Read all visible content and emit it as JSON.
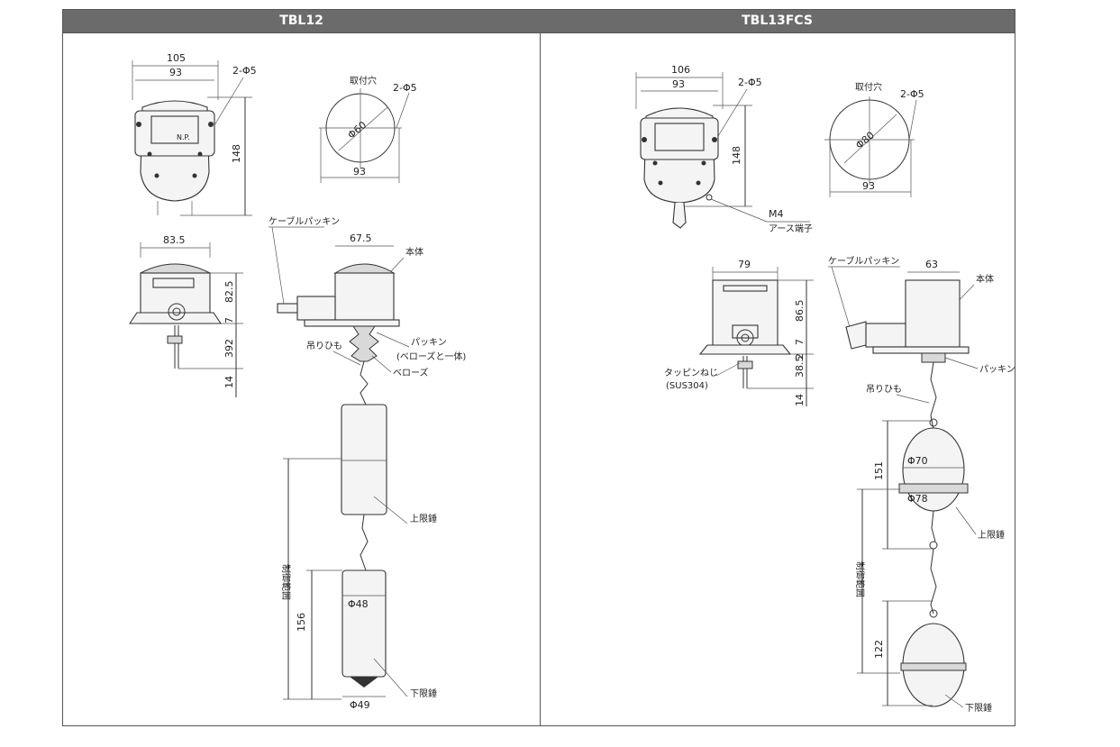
{
  "left": {
    "title": "TBL12",
    "dims": {
      "w105": "105",
      "w93": "93",
      "hole2": "2-Φ5",
      "h148": "148",
      "np": "N.P.",
      "mount_label": "取付穴",
      "mount_hole": "2-Φ5",
      "mount_dia": "Φ60",
      "mount_w": "93",
      "w83_5": "83.5",
      "h82_5": "82.5",
      "h7": "7",
      "h2": "2",
      "h39": "39",
      "h14": "14",
      "cable": "ケーブルパッキン",
      "w67_5": "67.5",
      "honntai": "本体",
      "packing": "パッキン",
      "packing_note": "(ベローズと一体)",
      "hanging": "吊りひも",
      "bellows": "ベローズ",
      "range": "制御範囲",
      "upper": "上限錘",
      "h156": "156",
      "d48": "Φ48",
      "lower": "下限錘",
      "d49": "Φ49"
    }
  },
  "right": {
    "title": "TBL13FCS",
    "dims": {
      "w106": "106",
      "w93": "93",
      "hole2": "2-Φ5",
      "h148": "148",
      "m4": "M4",
      "earth": "アース端子",
      "mount_label": "取付穴",
      "mount_hole": "2-Φ5",
      "mount_dia": "Φ80",
      "mount_w": "93",
      "w79": "79",
      "h86_5": "86.5",
      "h7": "7",
      "h2": "2",
      "h38_5": "38.5",
      "h14": "14",
      "tapping": "タッピンねじ",
      "sus": "(SUS304)",
      "cable": "ケーブルパッキン",
      "w63": "63",
      "honntai": "本体",
      "packing": "パッキン",
      "hanging": "吊りひも",
      "h151": "151",
      "d70": "Φ70",
      "d78": "Φ78",
      "upper": "上限錘",
      "range": "制御範囲",
      "h122": "122",
      "lower": "下限錘"
    }
  }
}
